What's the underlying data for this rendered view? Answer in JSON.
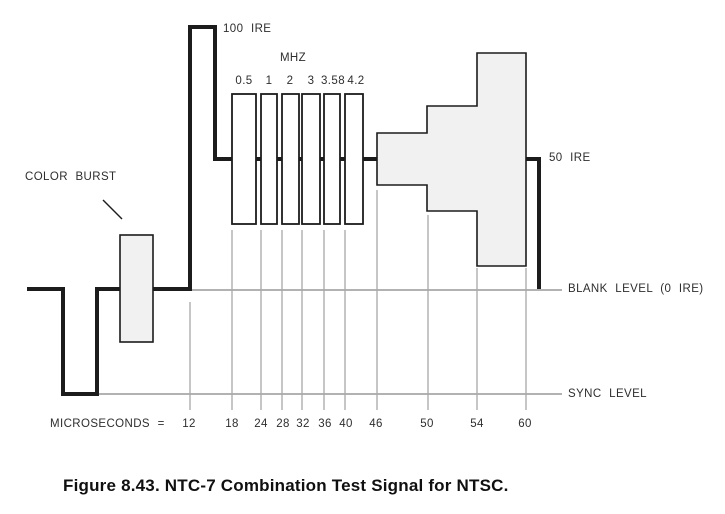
{
  "figure": {
    "caption": "Figure 8.43. NTC-7 Combination Test Signal for NTSC."
  },
  "levels": {
    "ire_100": "100 IRE",
    "ire_50": "50 IRE",
    "blank": "BLANK LEVEL (0 IRE)",
    "sync": "SYNC LEVEL"
  },
  "color_burst": {
    "label": "COLOR BURST"
  },
  "multiburst": {
    "unit_label": "MHZ",
    "frequencies_mhz": [
      "0.5",
      "1",
      "2",
      "3",
      "3.58",
      "4.2"
    ]
  },
  "time_axis": {
    "label": "MICROSECONDS =",
    "ticks_us": [
      "12",
      "18",
      "24",
      "28",
      "32",
      "36",
      "40",
      "46",
      "50",
      "54",
      "60"
    ]
  },
  "colors": {
    "background": "#ffffff",
    "line": "#1c1c1c",
    "reference_line": "#999999",
    "grid_line": "#a8a8a8",
    "shape_fill": "#f1f1f1",
    "text": "#2e2e2e"
  }
}
